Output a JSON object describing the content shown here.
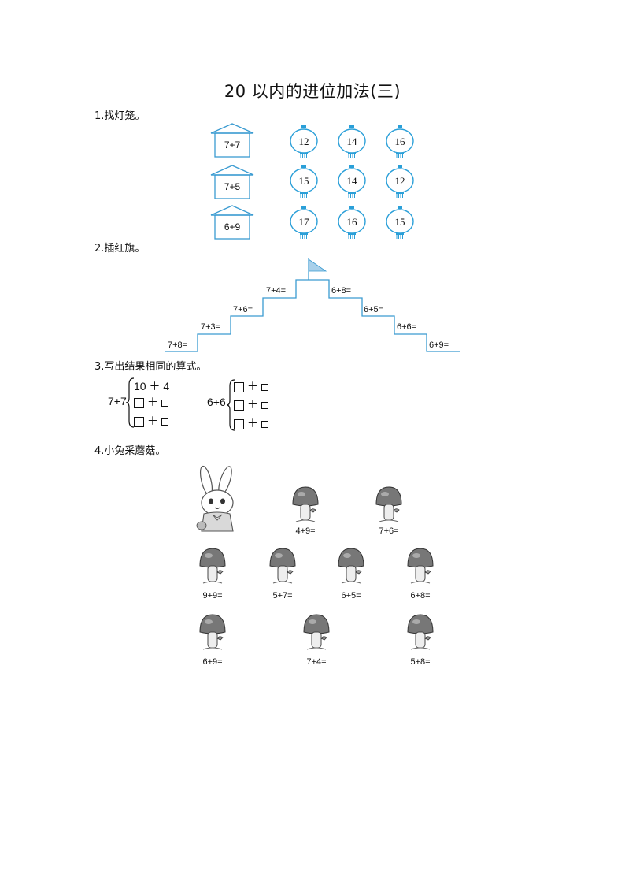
{
  "title": "20 以内的进位加法(三)",
  "q1": {
    "heading": "1.找灯笼。",
    "houses": [
      "7+7",
      "7+5",
      "6+9"
    ],
    "lanterns": [
      [
        "12",
        "14",
        "16"
      ],
      [
        "15",
        "14",
        "12"
      ],
      [
        "17",
        "16",
        "15"
      ]
    ],
    "colors": {
      "lantern": "#2a9fd8",
      "house": "#3a9bd1"
    }
  },
  "q2": {
    "heading": "2.插红旗。",
    "left_steps": [
      "7+8=",
      "7+3=",
      "7+6=",
      "7+4="
    ],
    "right_steps": [
      "6+8=",
      "6+5=",
      "6+6=",
      "6+9="
    ],
    "colors": {
      "stairs": "#3a9bd1",
      "flag": "#a8d0ea"
    }
  },
  "q3": {
    "heading": "3.写出结果相同的算式。",
    "group1": {
      "expr": "7+7",
      "first_row": "10 ＋ 4",
      "plus": "＋"
    },
    "group2": {
      "expr": "6+6",
      "plus": "＋"
    }
  },
  "q4": {
    "heading": "4.小兔采蘑菇。",
    "mushrooms": [
      "4+9=",
      "7+6=",
      "9+9=",
      "5+7=",
      "6+5=",
      "6+8=",
      "6+9=",
      "7+4=",
      "5+8="
    ]
  }
}
